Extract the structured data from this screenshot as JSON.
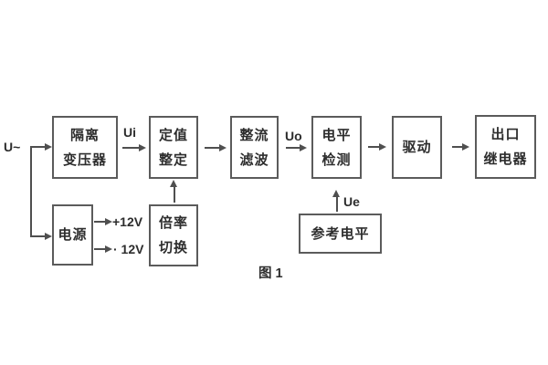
{
  "figure": {
    "caption": "图 1",
    "source_label": "U~",
    "signal_labels": {
      "ui": "Ui",
      "uo": "Uo",
      "ue": "Ue",
      "plus_12v": "+12V",
      "minus_12v": "· 12V"
    },
    "blocks": {
      "isolation_transformer": {
        "line1": "隔离",
        "line2": "变压器"
      },
      "value_setting": {
        "line1": "定值",
        "line2": "整定"
      },
      "rectify_filter": {
        "line1": "整流",
        "line2": "滤波"
      },
      "level_detection": {
        "line1": "电平",
        "line2": "检测"
      },
      "drive": {
        "label": "驱动"
      },
      "outlet_relay": {
        "line1": "出口",
        "line2": "继电器"
      },
      "power_supply": {
        "label": "电源"
      },
      "ratio_switch": {
        "line1": "倍率",
        "line2": "切换"
      },
      "reference_level": {
        "label": "参考电平"
      }
    },
    "colors": {
      "line": "#4f4f4f",
      "block_border": "#5b5b5b",
      "text": "#2d2d2d",
      "background": "#ffffff"
    }
  }
}
